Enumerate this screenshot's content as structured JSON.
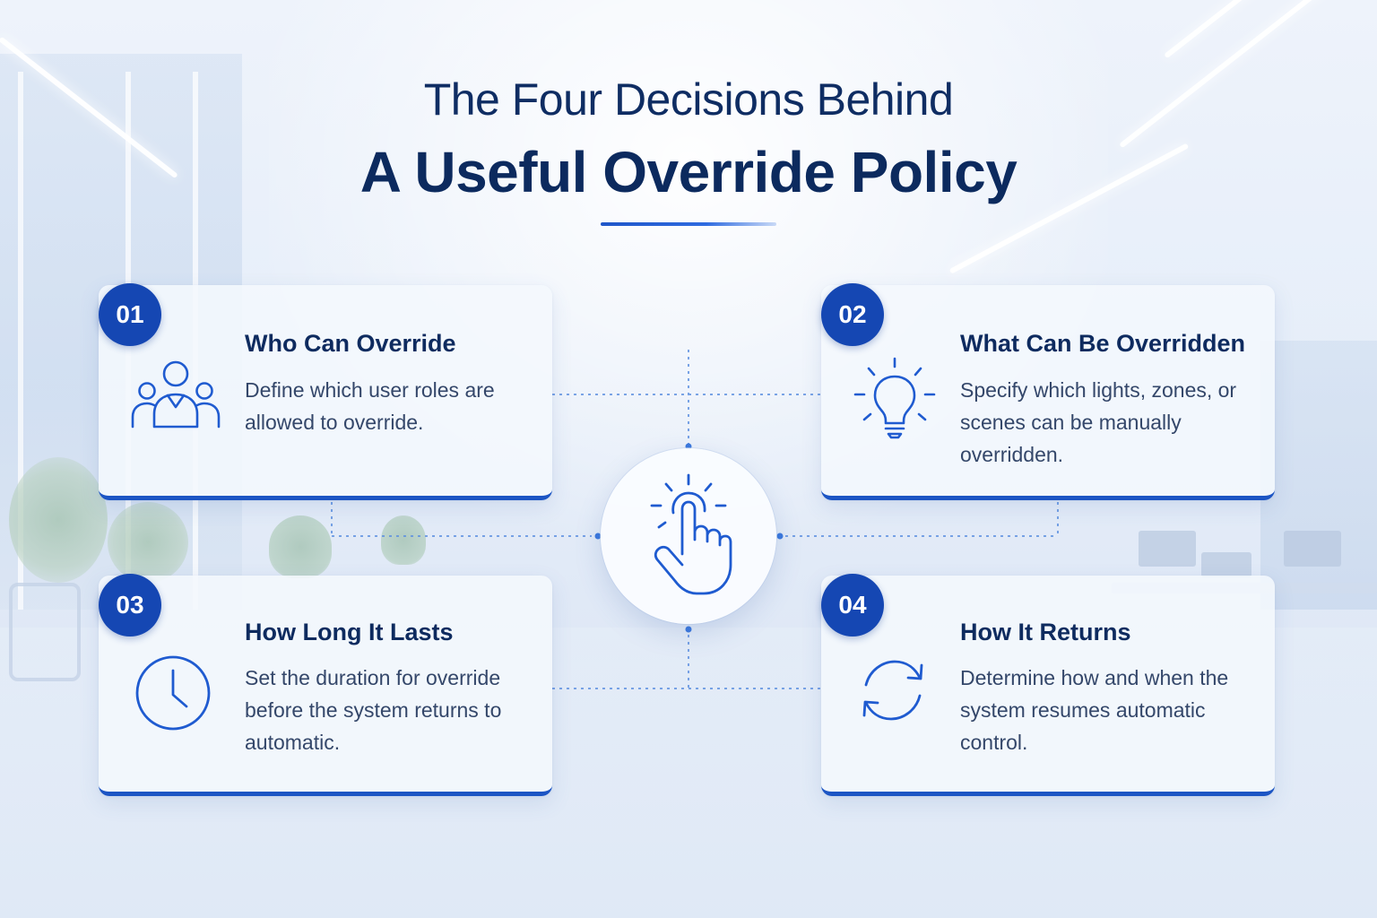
{
  "header": {
    "title_line1": "The Four Decisions Behind",
    "title_line2": "A Useful Override Policy"
  },
  "center": {
    "icon": "tap-hand-icon"
  },
  "cards": [
    {
      "number": "01",
      "title": "Who Can Override",
      "description": "Define which user roles are allowed to override.",
      "icon": "users-group-icon"
    },
    {
      "number": "02",
      "title": "What Can Be Overridden",
      "description": "Specify which lights, zones, or scenes can be manually overridden.",
      "icon": "lightbulb-icon"
    },
    {
      "number": "03",
      "title": "How Long It Lasts",
      "description": "Set the duration for override before the system returns to automatic.",
      "icon": "clock-icon"
    },
    {
      "number": "04",
      "title": "How It Returns",
      "description": "Determine how and when the system resumes automatic control.",
      "icon": "refresh-cycle-icon"
    }
  ],
  "colors": {
    "primary": "#1547b3",
    "title": "#0c2a5e",
    "body_text": "#34476a",
    "accent_rule": "#1f56c9"
  }
}
